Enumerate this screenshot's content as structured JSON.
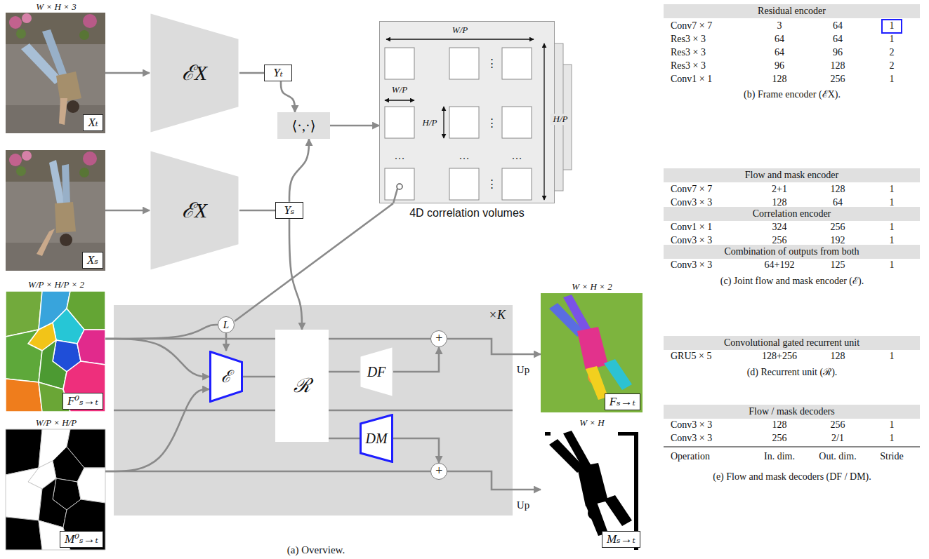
{
  "diagram": {
    "nodes": [
      {
        "text": [
          "Xₜ"
        ]
      },
      {
        "text": [
          "Xₛ"
        ]
      },
      {
        "text": [
          "ℰX"
        ]
      },
      {
        "text": [
          "ℰX"
        ]
      },
      {
        "text": [
          "Yₜ"
        ]
      },
      {
        "text": [
          "Yₛ"
        ]
      },
      {
        "text": [
          "⟨·,·⟩"
        ]
      },
      {
        "text": [
          "4D correlation volumes"
        ]
      },
      {
        "text": [
          "F⁰ₛ→ₜ"
        ]
      },
      {
        "text": [
          "M⁰ₛ→ₜ"
        ]
      },
      {
        "text": [
          "×K"
        ]
      },
      {
        "text": [
          "L"
        ],
        "in": 10
      },
      {
        "text": [
          "ℰ"
        ],
        "in": 10
      },
      {
        "text": [
          "ℛ"
        ],
        "in": 10
      },
      {
        "text": [
          "DF"
        ],
        "in": 10
      },
      {
        "text": [
          "DM"
        ],
        "in": 10
      },
      {
        "text": [
          "+"
        ],
        "in": 10
      },
      {
        "text": [
          "+"
        ],
        "in": 10
      },
      {
        "text": [
          "Fₛ→ₜ"
        ]
      },
      {
        "text": [
          "Mₛ→ₜ"
        ]
      },
      {
        "text": [
          "Residual encoder"
        ]
      },
      {
        "text": [
          "1"
        ]
      },
      {
        "text": [
          "Flow and mask encoder"
        ]
      },
      {
        "text": [
          "Correlation encoder"
        ]
      },
      {
        "text": [
          "Combination of outputs from both"
        ]
      },
      {
        "text": [
          "Convolutional gated recurrent unit"
        ]
      },
      {
        "text": [
          "Flow / mask decoders"
        ]
      }
    ],
    "edges": [
      {
        "from": 0,
        "to": 2,
        "arrow": "to"
      },
      {
        "from": 1,
        "to": 3,
        "arrow": "to"
      },
      {
        "from": 2,
        "to": 4,
        "arrow": "none"
      },
      {
        "from": 4,
        "to": 6,
        "arrow": "to"
      },
      {
        "from": 3,
        "to": 5,
        "arrow": "none"
      },
      {
        "from": 5,
        "to": 6,
        "arrow": "to"
      },
      {
        "from": 6,
        "to": 7,
        "arrow": "to"
      },
      {
        "from": 5,
        "to": 13,
        "arrow": "to"
      },
      {
        "from": 8,
        "to": 16,
        "arrow": "none"
      },
      {
        "from": 8,
        "to": 11,
        "arrow": "none"
      },
      {
        "from": 11,
        "to": 7,
        "arrow": "none"
      },
      {
        "from": 8,
        "to": 12,
        "arrow": "to"
      },
      {
        "from": 9,
        "to": 12,
        "arrow": "to"
      },
      {
        "from": 9,
        "to": 17,
        "arrow": "none"
      },
      {
        "from": 11,
        "to": 12,
        "arrow": "to"
      },
      {
        "from": 12,
        "to": 13,
        "arrow": "none"
      },
      {
        "from": 13,
        "to": 14,
        "arrow": "none"
      },
      {
        "from": 14,
        "to": 16,
        "arrow": "to"
      },
      {
        "from": 13,
        "to": 15,
        "arrow": "none"
      },
      {
        "from": 15,
        "to": 17,
        "arrow": "to"
      },
      {
        "from": 16,
        "to": 18,
        "arrow": "to",
        "label": "Up"
      },
      {
        "from": 17,
        "to": 19,
        "arrow": "to",
        "label": "Up"
      }
    ],
    "labels": [
      "W × H × 3",
      "W/P",
      "W/P",
      "H/P",
      "H/P",
      "⋮",
      "⋮",
      "⋮",
      "…",
      "…",
      "…",
      "W/P × H/P × 2",
      "W/P × H/P",
      "W × H × 2",
      "W × H",
      "(a) Overview.",
      "Conv7 × 7",
      "3",
      "64",
      "Res3 × 3",
      "64",
      "64",
      "1",
      "Res3 × 3",
      "64",
      "96",
      "2",
      "Res3 × 3",
      "96",
      "128",
      "2",
      "Conv1 × 1",
      "128",
      "256",
      "1",
      "(b) Frame encoder (ℰX).",
      "Conv7 × 7",
      "2+1",
      "128",
      "1",
      "Conv3 × 3",
      "128",
      "64",
      "1",
      "Conv1 × 1",
      "324",
      "256",
      "1",
      "Conv3 × 3",
      "256",
      "192",
      "1",
      "Conv3 × 3",
      "64+192",
      "125",
      "1",
      "(c) Joint flow and mask encoder (ℰ).",
      "GRU5 × 5",
      "128+256",
      "128",
      "1",
      "(d) Recurrent unit (ℛ).",
      "Conv3 × 3",
      "128",
      "256",
      "1",
      "Conv3 × 3",
      "256",
      "2/1",
      "1",
      "Operation",
      "In. dim.",
      "Out. dim.",
      "Stride",
      "(e) Flow and mask decoders (DF / DM)."
    ]
  }
}
